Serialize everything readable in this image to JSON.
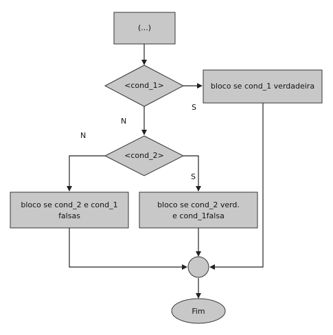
{
  "diagram": {
    "nodes": {
      "start_block": "(...)",
      "decision_1": "<cond_1>",
      "block_cond1_true": "bloco se cond_1 verdadeira",
      "decision_2": "<cond_2>",
      "block_both_false": [
        "bloco se cond_2 e cond_1",
        "falsas"
      ],
      "block_cond2_true": [
        "bloco se cond_2 verd.",
        "e cond_1falsa"
      ],
      "end": "Fim"
    },
    "branch_labels": {
      "decision_1_yes": "S",
      "decision_1_no": "N",
      "decision_2_no": "N",
      "decision_2_yes": "S"
    }
  },
  "colors": {
    "node_fill": "#c8c8c8",
    "node_stroke": "#333333",
    "edge": "#222222",
    "text": "#111111",
    "background": "#ffffff"
  }
}
